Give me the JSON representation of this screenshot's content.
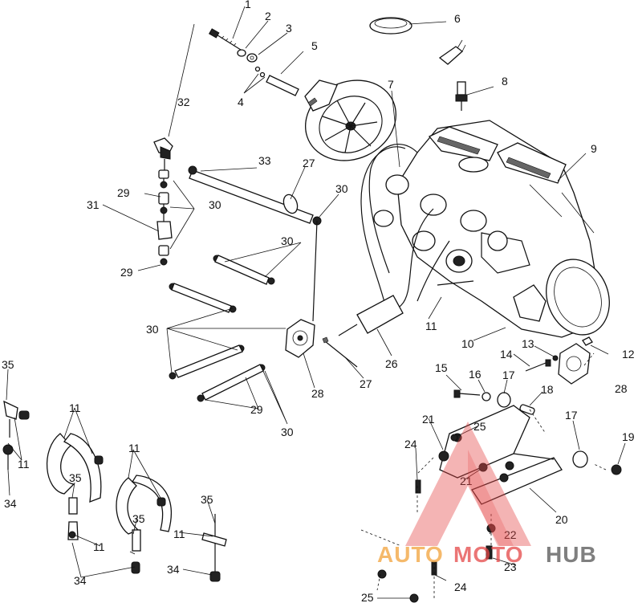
{
  "callouts": [
    "1",
    "2",
    "3",
    "4",
    "5",
    "6",
    "7",
    "8",
    "9",
    "10",
    "11",
    "12",
    "13",
    "14",
    "15",
    "16",
    "17",
    "18",
    "19",
    "20",
    "21",
    "22",
    "23",
    "24",
    "25",
    "26",
    "27",
    "28",
    "29",
    "30",
    "31",
    "32",
    "33",
    "34",
    "35"
  ],
  "watermark": {
    "part1": "AUTO",
    "part2": "MOTO",
    "part3": "HUB",
    "color_orange": "#f2a23a",
    "color_red": "#e54848",
    "color_dark": "#555555"
  },
  "colors": {
    "ink": "#111111",
    "paper": "#ffffff"
  }
}
